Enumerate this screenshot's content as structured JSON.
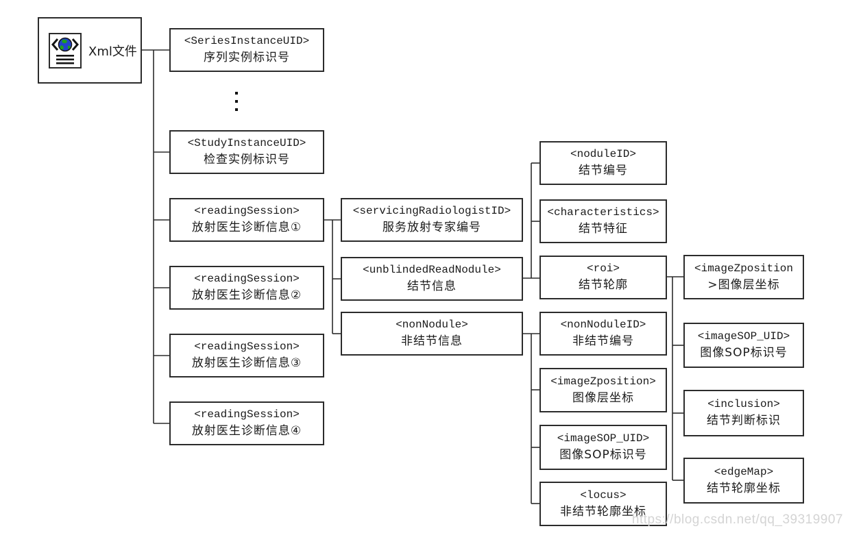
{
  "page": {
    "watermark": "https://blog.csdn.net/qq_39319907",
    "ellipsis_symbol": "vertical-three-dots"
  },
  "colors": {
    "background": "#ffffff",
    "line": "#2b2b2b",
    "box_border": "#2b2b2b",
    "text": "#1a1a1a",
    "watermark": "#d4d4d4",
    "globe_blue": "#2243cb",
    "globe_green": "#1fa11f"
  },
  "root": {
    "label": "Xml文件"
  },
  "nodes": {
    "series": {
      "tag": "<SeriesInstanceUID>",
      "label": "序列实例标识号"
    },
    "study": {
      "tag": "<StudyInstanceUID>",
      "label": "检查实例标识号"
    },
    "rs1": {
      "tag": "<readingSession>",
      "label": "放射医生诊断信息①"
    },
    "rs2": {
      "tag": "<readingSession>",
      "label": "放射医生诊断信息②"
    },
    "rs3": {
      "tag": "<readingSession>",
      "label": "放射医生诊断信息③"
    },
    "rs4": {
      "tag": "<readingSession>",
      "label": "放射医生诊断信息④"
    },
    "servicing": {
      "tag": "<servicingRadiologistID>",
      "label": "服务放射专家编号"
    },
    "unblinded": {
      "tag": "<unblindedReadNodule>",
      "label": "结节信息"
    },
    "nonnodule": {
      "tag": "<nonNodule>",
      "label": "非结节信息"
    },
    "noduleid": {
      "tag": "<noduleID>",
      "label": "结节编号"
    },
    "characteristics": {
      "tag": "<characteristics>",
      "label": "结节特征"
    },
    "roi": {
      "tag": "<roi>",
      "label": "结节轮廓"
    },
    "nonnoduleid": {
      "tag": "<nonNoduleID>",
      "label": "非结节编号"
    },
    "imagezpos_nn": {
      "tag": "<imageZposition>",
      "label": "图像层坐标"
    },
    "imagesop_nn": {
      "tag": "<imageSOP_UID>",
      "label": "图像SOP标识号"
    },
    "locus": {
      "tag": "<locus>",
      "label": "非结节轮廓坐标"
    },
    "imagezpos_roi": {
      "tag": "<imageZposition",
      "label": ">图像层坐标"
    },
    "imagesop_roi": {
      "tag": "<imageSOP_UID>",
      "label": "图像SOP标识号"
    },
    "inclusion": {
      "tag": "<inclusion>",
      "label": "结节判断标识"
    },
    "edgemap": {
      "tag": "<edgeMap>",
      "label": "结节轮廓坐标"
    }
  }
}
